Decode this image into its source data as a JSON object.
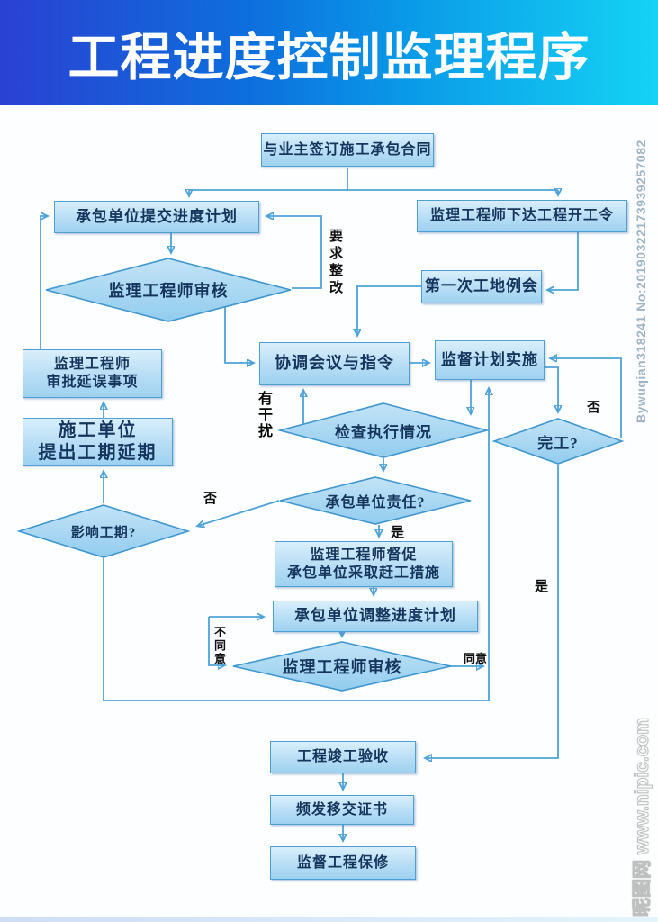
{
  "header": {
    "title": "工程进度控制监理程序"
  },
  "watermarks": {
    "side": "Bywuqian318241 No:20190322173939257082",
    "bottom": "昵图网 www.nipic.com"
  },
  "colors": {
    "banner_left": "#2a41d2",
    "banner_right": "#14d3f3",
    "node_fill": "#b7ddf5",
    "node_border": "#4e9fd2",
    "connector": "#4da2d8",
    "node_text": "#15355c"
  },
  "nodes": {
    "sign_contract": {
      "label": "与业主签订施工承包合同"
    },
    "submit_plan": {
      "label": "承包单位提交进度计划"
    },
    "issue_start_order": {
      "label": "监理工程师下达工程开工令"
    },
    "review_plan": {
      "label": "监理工程师审核"
    },
    "first_meeting": {
      "label": "第一次工地例会"
    },
    "coordination": {
      "label": "协调会议与指令"
    },
    "supervise_plan": {
      "label": "监督计划实施"
    },
    "approve_delay": {
      "lines": [
        "监理工程师",
        "审批延误事项"
      ]
    },
    "propose_extension": {
      "lines": [
        "施工单位",
        "提出工期延期"
      ]
    },
    "check_execution": {
      "label": "检查执行情况"
    },
    "contractor_responsibility": {
      "label": "承包单位责任?"
    },
    "completion": {
      "label": "完工?"
    },
    "affect_schedule": {
      "label": "影响工期?"
    },
    "urge_catchup": {
      "lines": [
        "监理工程师督促",
        "承包单位采取赶工措施"
      ]
    },
    "adjust_plan": {
      "label": "承包单位调整进度计划"
    },
    "review_adjust": {
      "label": "监理工程师审核"
    },
    "acceptance": {
      "label": "工程竣工验收"
    },
    "handover_certificate": {
      "label": "频发移交证书"
    },
    "warranty": {
      "label": "监督工程保修"
    }
  },
  "edge_labels": {
    "rectify": "要求整改",
    "interference": "有干扰",
    "completion_no": "否",
    "completion_yes": "是",
    "responsibility_no": "否",
    "responsibility_yes": "是",
    "disagree": "不同意",
    "agree": "同意"
  }
}
